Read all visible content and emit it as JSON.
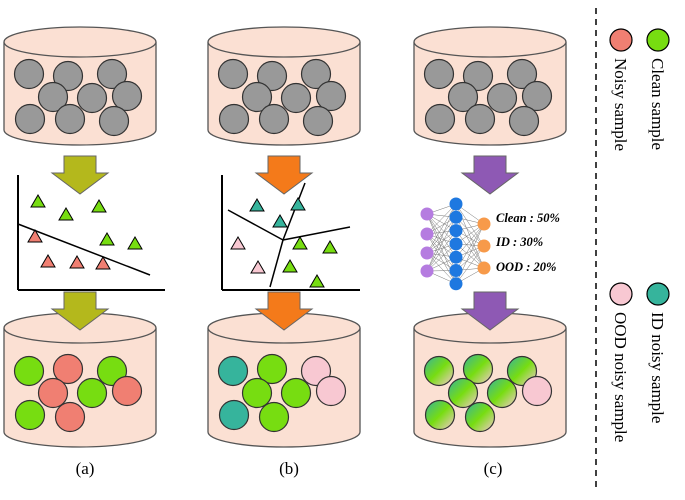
{
  "colors": {
    "drum_fill": "#fbe0d3",
    "drum_stroke": "#555555",
    "unlabeled": "#999999",
    "clean": "#77dd11",
    "noisy": "#f07f72",
    "id_noisy": "#36b49c",
    "ood_noisy": "#f8c8d2",
    "arrow_a": "#b4b81c",
    "arrow_b": "#f47a1a",
    "arrow_c": "#8e59b4",
    "nn_input": "#b57ce0",
    "nn_hidden": "#1e78e0",
    "nn_output": "#f79a4a"
  },
  "panels": [
    {
      "id": "a",
      "label": "(a)",
      "method": "loss-threshold",
      "bottom_samples": [
        "clean",
        "noisy",
        "clean",
        "noisy",
        "clean",
        "noisy",
        "clean",
        "noisy"
      ]
    },
    {
      "id": "b",
      "label": "(b)",
      "method": "partition",
      "bottom_samples": [
        "id_noisy",
        "clean",
        "ood_noisy",
        "clean",
        "clean",
        "ood_noisy",
        "id_noisy",
        "clean"
      ]
    },
    {
      "id": "c",
      "label": "(c)",
      "method": "neural-network",
      "bottom_samples": [
        "mixed",
        "mixed",
        "mixed",
        "mixed",
        "mixed",
        "ood_noisy",
        "mixed",
        "mixed"
      ]
    }
  ],
  "network_outputs": [
    {
      "label": "Clean : 50%"
    },
    {
      "label": "ID : 30%"
    },
    {
      "label": "OOD : 20%"
    }
  ],
  "legend": {
    "top": [
      {
        "label": "Clean sample",
        "color_key": "clean"
      },
      {
        "label": "Noisy sample",
        "color_key": "noisy"
      }
    ],
    "bottom": [
      {
        "label": "ID noisy sample",
        "color_key": "id_noisy"
      },
      {
        "label": "OOD noisy sample",
        "color_key": "ood_noisy"
      }
    ]
  }
}
